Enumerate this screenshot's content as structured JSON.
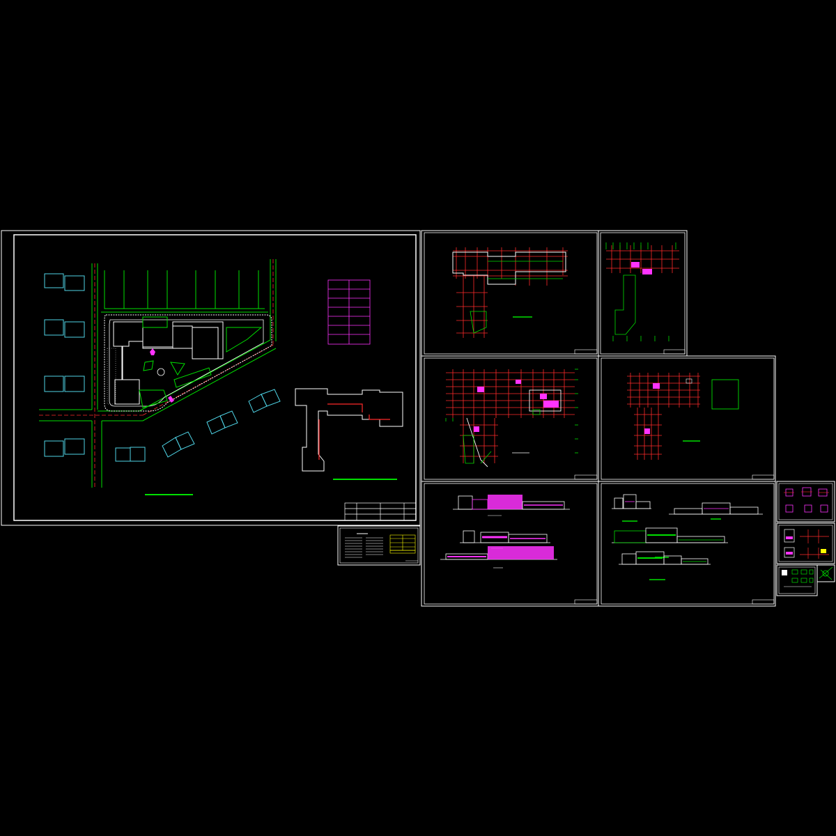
{
  "canvas": {
    "background": "#000000"
  },
  "colors": {
    "border": "#ffffff",
    "cyan": "#4fd4e6",
    "green": "#00e000",
    "red": "#ff2a2a",
    "magenta": "#ff33ff",
    "yellow": "#ffff00",
    "white": "#ffffff"
  },
  "sheets": [
    {
      "id": "site-plan",
      "kind": "site-plan"
    },
    {
      "id": "drawing-index",
      "kind": "index"
    },
    {
      "id": "plan-upper-left",
      "kind": "floor-plan"
    },
    {
      "id": "plan-upper-right",
      "kind": "floor-plan"
    },
    {
      "id": "plan-ground",
      "kind": "floor-plan"
    },
    {
      "id": "plan-structure",
      "kind": "floor-plan"
    },
    {
      "id": "elevations-a",
      "kind": "elevation"
    },
    {
      "id": "elevations-b",
      "kind": "elevation"
    },
    {
      "id": "details-1",
      "kind": "detail"
    },
    {
      "id": "details-2",
      "kind": "detail"
    },
    {
      "id": "details-3",
      "kind": "detail"
    },
    {
      "id": "details-4",
      "kind": "detail"
    }
  ]
}
